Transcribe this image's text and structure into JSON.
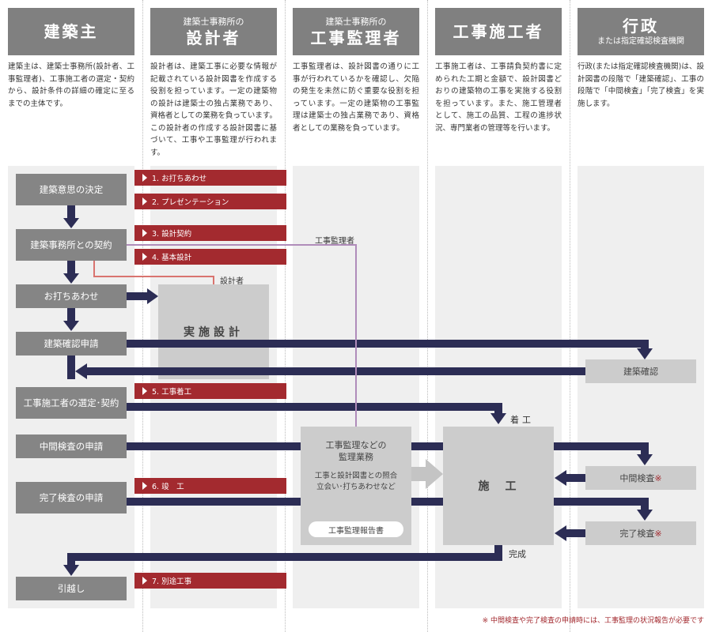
{
  "columns": [
    {
      "title": "建築主",
      "subtitle": "",
      "subtitle2": "",
      "desc": "建築主は、建築士事務所(設計者、工事監理者)、工事施工者の選定・契約から、設計条件の詳細の確定に至るまでの主体です。"
    },
    {
      "title": "設計者",
      "subtitle": "建築士事務所の",
      "subtitle2": "",
      "desc": "設計者は、建築工事に必要な情報が記載されている設計図書を作成する役割を担っています。一定の建築物の設計は建築士の独占業務であり、資格者としての業務を負っています。この設計者の作成する設計図書に基づいて、工事や工事監理が行われます。"
    },
    {
      "title": "工事監理者",
      "subtitle": "建築士事務所の",
      "subtitle2": "",
      "desc": "工事監理者は、設計図書の通りに工事が行われているかを確認し、欠陥の発生を未然に防ぐ重要な役割を担っています。一定の建築物の工事監理は建築士の独占業務であり、資格者としての業務を負っています。"
    },
    {
      "title": "工事施工者",
      "subtitle": "",
      "subtitle2": "",
      "desc": "工事施工者は、工事請負契約書に定められた工期と金額で、設計図書どおりの建築物の工事を実施する役割を担っています。また、施工管理者として、施工の品質、工程の進捗状況、専門業者の管理等を行います。"
    },
    {
      "title": "行政",
      "subtitle": "",
      "subtitle2": "または指定確認検査機関",
      "desc": "行政(または指定確認検査機関)は、設計図書の段階で「建築確認」、工事の段階で「中間検査」「完了検査」を実施します。"
    }
  ],
  "steps": {
    "s1": "建築意思の決定",
    "s2": "建築事務所との契約",
    "s3": "お打ちあわせ",
    "s4": "建築確認申請",
    "s5": "工事施工者の選定･契約",
    "s6": "中間検査の申請",
    "s7": "完了検査の申請",
    "s8": "引越し"
  },
  "red_labels": [
    "1. お打ちあわせ",
    "2. プレゼンテーション",
    "3. 設計契約",
    "4. 基本設計",
    "5. 工事着工",
    "6. 竣　工",
    "7. 別途工事"
  ],
  "design_box": "実施設計",
  "supervision_box": {
    "title_line1": "工事監理などの",
    "title_line2": "監理業務",
    "line3": "工事と設計図書との照合",
    "line4": "立会い･打ちあわせなど",
    "report": "工事監理報告書"
  },
  "construction_box": "施　工",
  "admin": {
    "confirm": "建築確認",
    "interim": "中間検査",
    "final": "完了検査",
    "mark": "※"
  },
  "labels": {
    "supervisor": "工事監理者",
    "designer": "設計者",
    "start": "着工",
    "complete": "完成"
  },
  "footnote": "※ 中間検査や完了検査の申請時には、工事監理の状況報告が必要です",
  "colors": {
    "navy": "#2c2d55",
    "red": "#a32a2f",
    "purple": "#b08cba",
    "salmon": "#d9746f"
  }
}
